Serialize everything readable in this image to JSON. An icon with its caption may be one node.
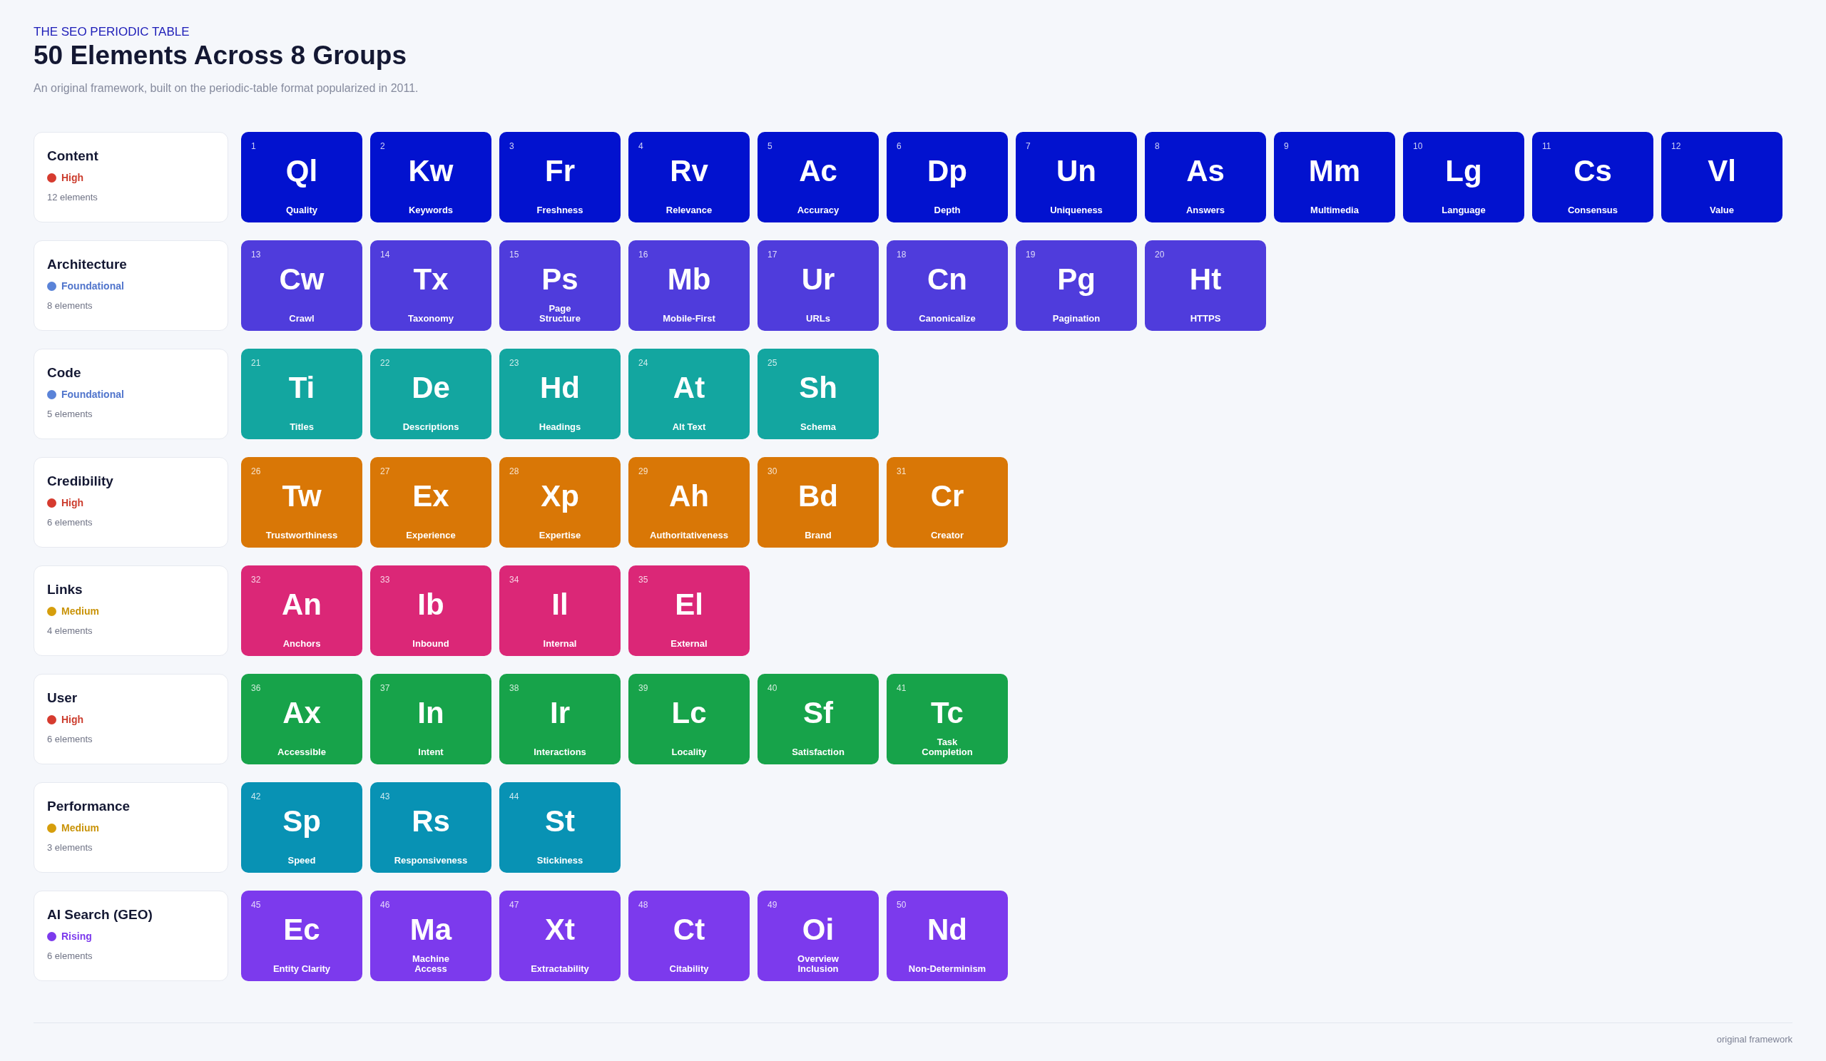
{
  "diagram": {
    "title": "50 Elements Across 8 Groups",
    "caption": "An original framework, built on the periodic-table format popularized in 2011.",
    "nodes": [
      {
        "text": [
          "Content",
          "High",
          "12 elements"
        ]
      },
      {
        "text": [
          "1",
          "Ql",
          "Quality"
        ]
      },
      {
        "text": [
          "2",
          "Kw",
          "Keywords"
        ]
      },
      {
        "text": [
          "3",
          "Fr",
          "Freshness"
        ]
      },
      {
        "text": [
          "4",
          "Rv",
          "Relevance"
        ]
      },
      {
        "text": [
          "5",
          "Ac",
          "Accuracy"
        ]
      },
      {
        "text": [
          "6",
          "Dp",
          "Depth"
        ]
      },
      {
        "text": [
          "7",
          "Un",
          "Uniqueness"
        ]
      },
      {
        "text": [
          "8",
          "As",
          "Answers"
        ]
      },
      {
        "text": [
          "9",
          "Mm",
          "Multimedia"
        ]
      },
      {
        "text": [
          "10",
          "Lg",
          "Language"
        ]
      },
      {
        "text": [
          "11",
          "Cs",
          "Consensus"
        ]
      },
      {
        "text": [
          "12",
          "Vl",
          "Value"
        ]
      },
      {
        "text": [
          "Architecture",
          "Foundational",
          "8 elements"
        ]
      },
      {
        "text": [
          "13",
          "Cw",
          "Crawl"
        ]
      },
      {
        "text": [
          "14",
          "Tx",
          "Taxonomy"
        ]
      },
      {
        "text": [
          "15",
          "Ps",
          "Page Structure"
        ]
      },
      {
        "text": [
          "16",
          "Mb",
          "Mobile-First"
        ]
      },
      {
        "text": [
          "17",
          "Ur",
          "URLs"
        ]
      },
      {
        "text": [
          "18",
          "Cn",
          "Canonicalize"
        ]
      },
      {
        "text": [
          "19",
          "Pg",
          "Pagination"
        ]
      },
      {
        "text": [
          "20",
          "Ht",
          "HTTPS"
        ]
      },
      {
        "text": [
          "Code",
          "Foundational",
          "5 elements"
        ]
      },
      {
        "text": [
          "21",
          "Ti",
          "Titles"
        ]
      },
      {
        "text": [
          "22",
          "De",
          "Descriptions"
        ]
      },
      {
        "text": [
          "23",
          "Hd",
          "Headings"
        ]
      },
      {
        "text": [
          "24",
          "At",
          "Alt Text"
        ]
      },
      {
        "text": [
          "25",
          "Sh",
          "Schema"
        ]
      },
      {
        "text": [
          "Credibility",
          "High",
          "6 elements"
        ]
      },
      {
        "text": [
          "26",
          "Tw",
          "Trustworthiness"
        ]
      },
      {
        "text": [
          "27",
          "Ex",
          "Experience"
        ]
      },
      {
        "text": [
          "28",
          "Xp",
          "Expertise"
        ]
      },
      {
        "text": [
          "29",
          "Ah",
          "Authoritativeness"
        ]
      },
      {
        "text": [
          "30",
          "Bd",
          "Brand"
        ]
      },
      {
        "text": [
          "31",
          "Cr",
          "Creator"
        ]
      },
      {
        "text": [
          "Links",
          "Medium",
          "4 elements"
        ]
      },
      {
        "text": [
          "32",
          "An",
          "Anchors"
        ]
      },
      {
        "text": [
          "33",
          "Ib",
          "Inbound"
        ]
      },
      {
        "text": [
          "34",
          "Il",
          "Internal"
        ]
      },
      {
        "text": [
          "35",
          "El",
          "External"
        ]
      },
      {
        "text": [
          "User",
          "High",
          "6 elements"
        ]
      },
      {
        "text": [
          "36",
          "Ax",
          "Accessible"
        ]
      },
      {
        "text": [
          "37",
          "In",
          "Intent"
        ]
      },
      {
        "text": [
          "38",
          "Ir",
          "Interactions"
        ]
      },
      {
        "text": [
          "39",
          "Lc",
          "Locality"
        ]
      },
      {
        "text": [
          "40",
          "Sf",
          "Satisfaction"
        ]
      },
      {
        "text": [
          "41",
          "Tc",
          "Task Completion"
        ]
      },
      {
        "text": [
          "Performance",
          "Medium",
          "3 elements"
        ]
      },
      {
        "text": [
          "42",
          "Sp",
          "Speed"
        ]
      },
      {
        "text": [
          "43",
          "Rs",
          "Responsiveness"
        ]
      },
      {
        "text": [
          "44",
          "St",
          "Stickiness"
        ]
      },
      {
        "text": [
          "AI Search (GEO)",
          "Rising",
          "6 elements"
        ]
      },
      {
        "text": [
          "45",
          "Ec",
          "Entity Clarity"
        ]
      },
      {
        "text": [
          "46",
          "Ma",
          "Machine Access"
        ]
      },
      {
        "text": [
          "47",
          "Xt",
          "Extractability"
        ]
      },
      {
        "text": [
          "48",
          "Ct",
          "Citability"
        ]
      },
      {
        "text": [
          "49",
          "Oi",
          "Overview Inclusion"
        ]
      },
      {
        "text": [
          "50",
          "Nd",
          "Non-Determinism"
        ]
      }
    ],
    "labels": [
      "THE SEO PERIODIC TABLE",
      "original framework"
    ]
  }
}
